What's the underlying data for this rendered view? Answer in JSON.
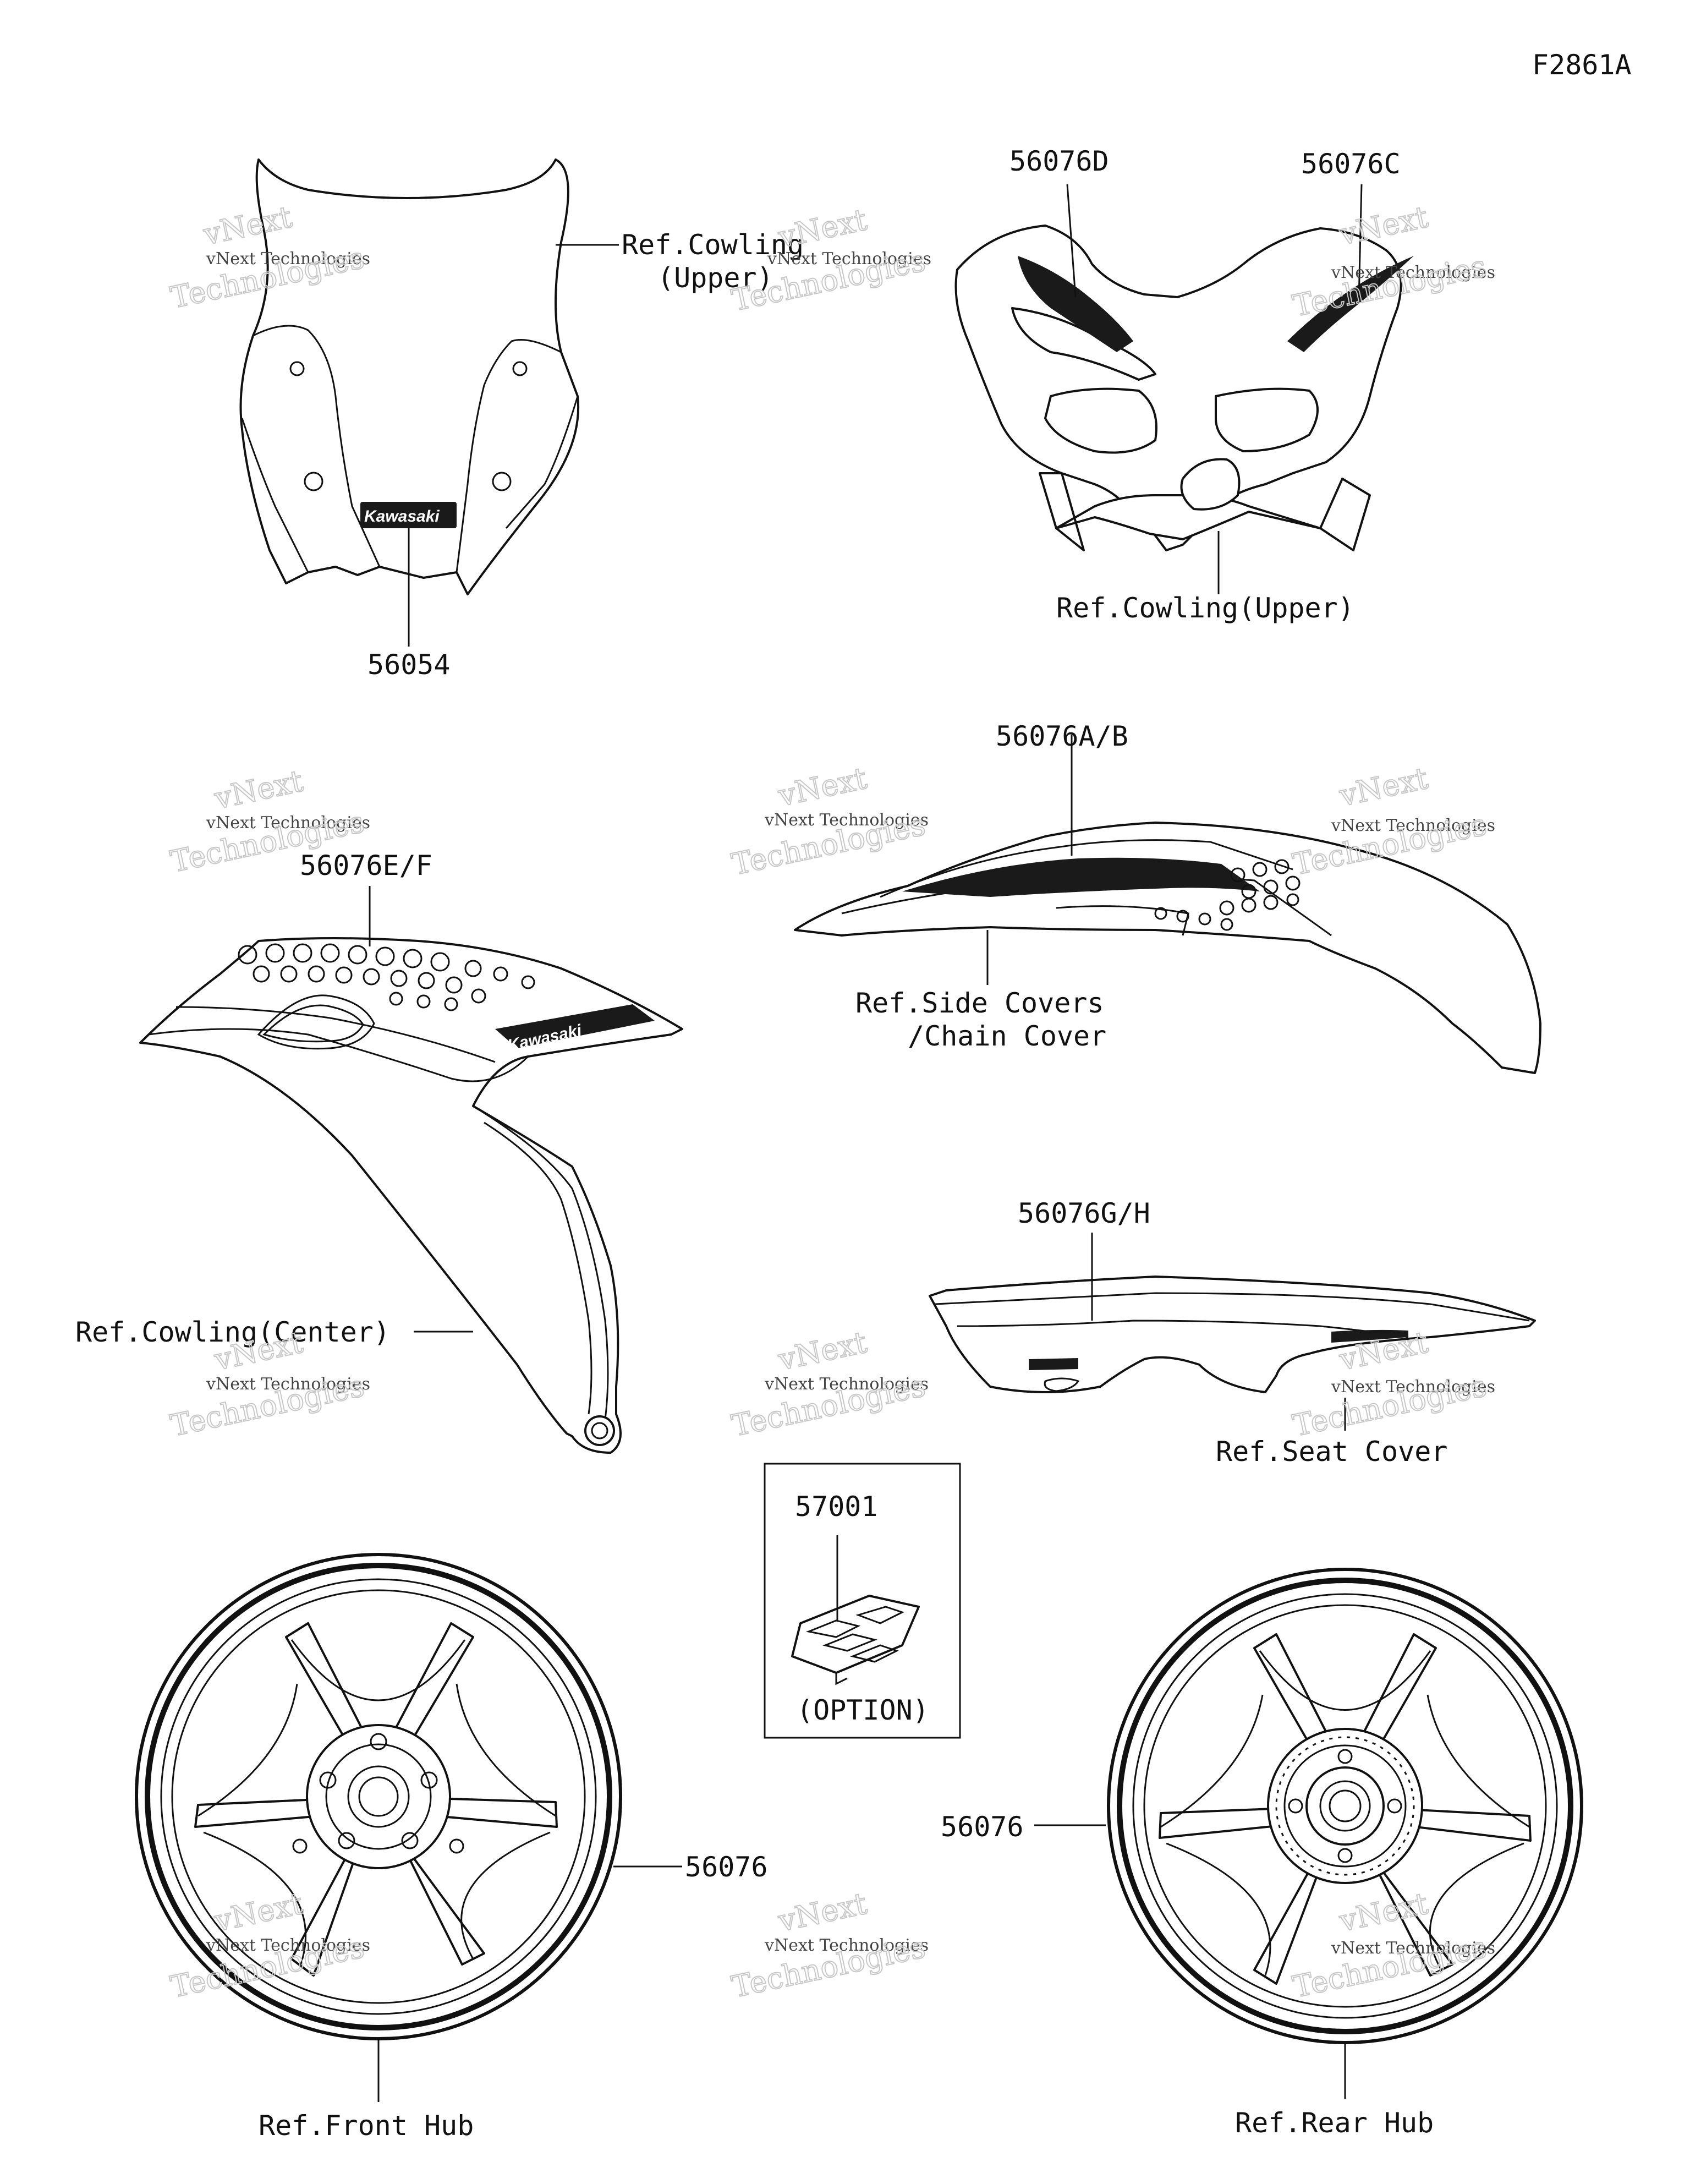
{
  "figure_id": "F2861A",
  "brand": "Kawasaki",
  "option_label": "(OPTION)",
  "callouts": {
    "p56054": "56054",
    "p56076D": "56076D",
    "p56076C": "56076C",
    "p56076AB": "56076A/B",
    "p56076EF": "56076E/F",
    "p56076GH": "56076G/H",
    "p57001": "57001",
    "p56076_front": "56076",
    "p56076_rear": "56076"
  },
  "references": {
    "cowling_upper_1a": "Ref.Cowling",
    "cowling_upper_1b": "(Upper)",
    "cowling_upper_2": "Ref.Cowling(Upper)",
    "side_covers_a": "Ref.Side Covers",
    "side_covers_b": "/Chain Cover",
    "cowling_center": "Ref.Cowling(Center)",
    "seat_cover": "Ref.Seat Cover",
    "front_hub": "Ref.Front Hub",
    "rear_hub": "Ref.Rear Hub"
  },
  "watermark": {
    "line1": "vNext Technologies",
    "line2": "Technologies",
    "line3": "vNext"
  }
}
